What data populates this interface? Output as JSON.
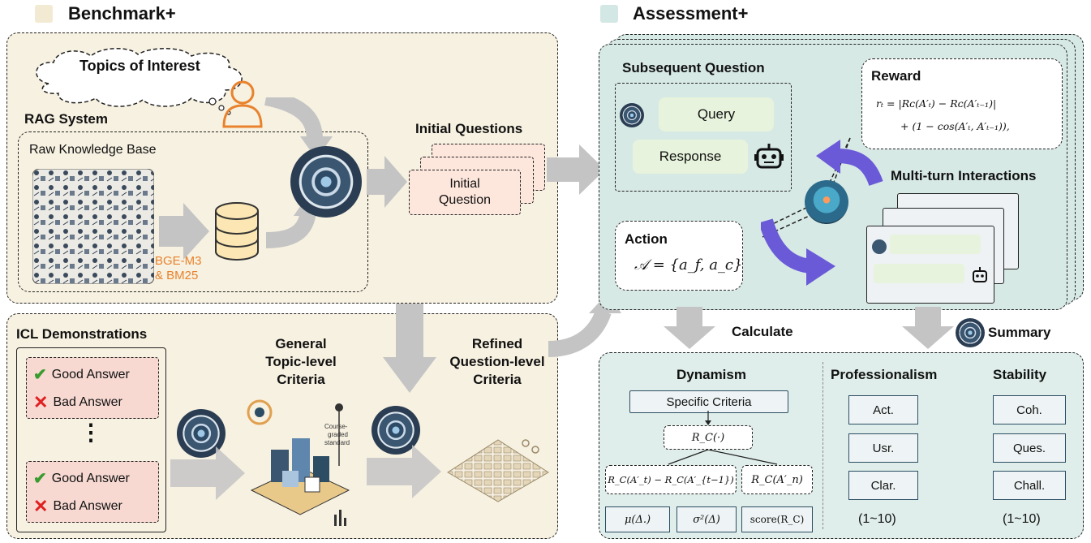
{
  "benchmark": {
    "title": "Benchmark+",
    "topics_of_interest": "Topics of Interest",
    "rag_system": "RAG System",
    "raw_knowledge_base": "Raw Knowledge Base",
    "retriever_line1": "BGE-M3",
    "retriever_line2": "& BM25",
    "initial_questions": "Initial Questions",
    "initial_question_card_line1": "Initial",
    "initial_question_card_line2": "Question",
    "icl_demonstrations": "ICL Demonstrations",
    "good_answer": "Good Answer",
    "bad_answer": "Bad Answer",
    "ellipsis": "⋮",
    "general_criteria_line1": "General",
    "general_criteria_line2": "Topic-level",
    "general_criteria_line3": "Criteria",
    "refined_criteria_line1": "Refined",
    "refined_criteria_line2": "Question-level",
    "refined_criteria_line3": "Criteria",
    "criteria_image_text_line1": "Course-",
    "criteria_image_text_line2": "graded",
    "criteria_image_text_line3": "standard"
  },
  "assessment": {
    "title": "Assessment+",
    "subsequent_question": "Subsequent Question",
    "query": "Query",
    "response": "Response",
    "reward": "Reward",
    "reward_line1": "rₜ = |Rᴄ(A′ₜ) − Rᴄ(A′ₜ₋₁)|",
    "reward_line2": "+ (1 − cos(A′ₜ, A′ₜ₋₁)),",
    "action": "Action",
    "action_formula": "𝒜 = {a_f, a_c}",
    "multi_turn": "Multi-turn Interactions",
    "calculate": "Calculate",
    "summary": "Summary"
  },
  "metrics": {
    "dynamism": "Dynamism",
    "specific_criteria": "Specific Criteria",
    "rc_dot": "R_C(·)",
    "rc_diff": "R_C(A′_t) − R_C(A′_{t−1})",
    "rc_n": "R_C(A′_n)",
    "mu": "μ(Δ.)",
    "sigma": "σ²(Δ)",
    "score": "score(R_C)",
    "professionalism": "Professionalism",
    "prof_items": [
      "Act.",
      "Usr.",
      "Clar."
    ],
    "prof_range": "(1~10)",
    "stability": "Stability",
    "stab_items": [
      "Coh.",
      "Ques.",
      "Chall."
    ],
    "stab_range": "(1~10)"
  },
  "colors": {
    "benchmark_bg": "#f7f1e1",
    "assessment_bg": "#d6e9e5",
    "metrics_bg": "#dfeeea",
    "card_pink": "#fde6dc",
    "query_green": "#e7f3dc",
    "arrow_gray": "#c4c4c4",
    "arrow_purple": "#6b5ad8",
    "retriever_orange": "#e8822d"
  }
}
